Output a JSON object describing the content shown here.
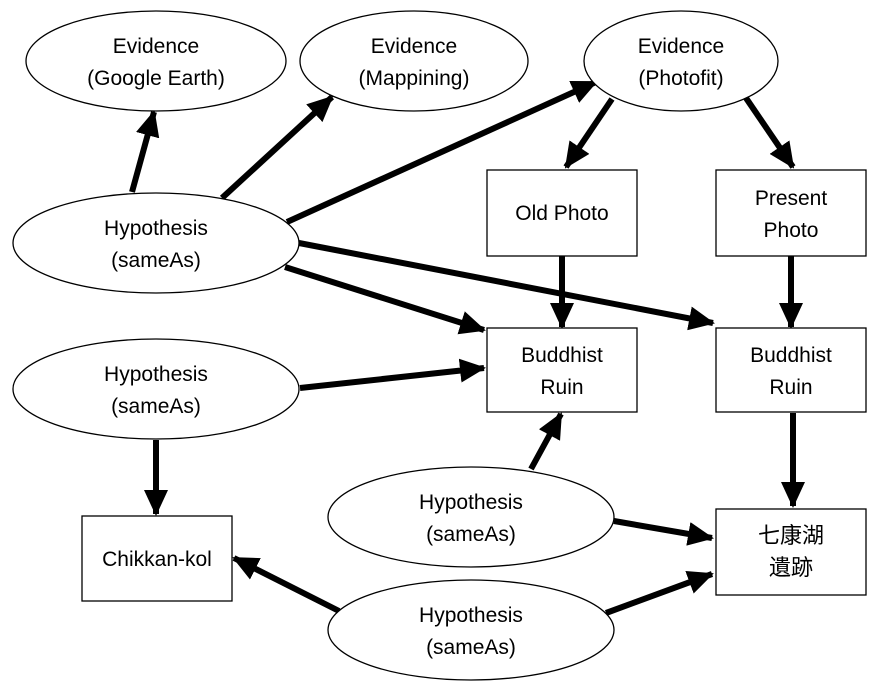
{
  "nodes": {
    "ev_google": {
      "line1": "Evidence",
      "line2": "(Google Earth)"
    },
    "ev_mapping": {
      "line1": "Evidence",
      "line2": "(Mappining)"
    },
    "ev_photofit": {
      "line1": "Evidence",
      "line2": "(Photofit)"
    },
    "hyp_top": {
      "line1": "Hypothesis",
      "line2": "(sameAs)"
    },
    "hyp_mid": {
      "line1": "Hypothesis",
      "line2": "(sameAs)"
    },
    "hyp_lower": {
      "line1": "Hypothesis",
      "line2": "(sameAs)"
    },
    "hyp_bottom": {
      "line1": "Hypothesis",
      "line2": "(sameAs)"
    },
    "old_photo": {
      "line1": "Old Photo"
    },
    "present_photo": {
      "line1": "Present",
      "line2": "Photo"
    },
    "ruin_left": {
      "line1": "Buddhist",
      "line2": "Ruin"
    },
    "ruin_right": {
      "line1": "Buddhist",
      "line2": "Ruin"
    },
    "chikkan": {
      "line1": "Chikkan-kol"
    },
    "site_jp": {
      "line1": "七康湖",
      "line2": "遺跡"
    }
  },
  "colors": {
    "stroke": "#000000",
    "fill": "#ffffff"
  }
}
